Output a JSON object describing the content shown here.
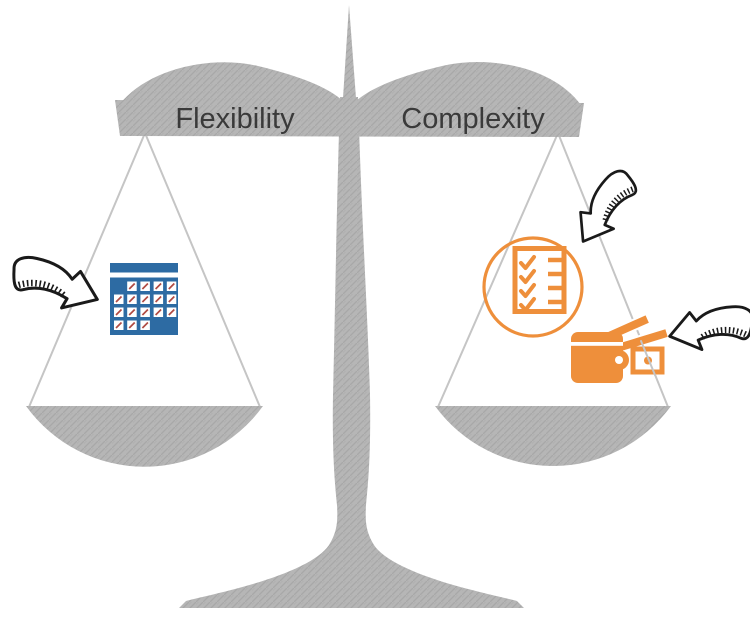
{
  "page": {
    "description": "Balance scale diagram weighing Flexibility against Complexity"
  },
  "scale": {
    "left_label": "Flexibility",
    "right_label": "Complexity"
  },
  "icons": {
    "left_pan": "calendar-schedule-icon",
    "right_pan_top": "checklist-document-in-circle-icon",
    "right_pan_bottom": "wallet-with-cash-icon",
    "annotations": [
      "hand-drawn-arrow-to-calendar",
      "hand-drawn-arrow-to-checklist",
      "hand-drawn-arrow-to-wallet"
    ]
  },
  "colors": {
    "scale_gray": "#b6b6b6",
    "scale_hatch": "#a8a8a8",
    "string_gray": "#c5c5c5",
    "label_text": "#3a3a3a",
    "calendar_blue": "#2d6ba3",
    "slash_red": "#b04a42",
    "accent_orange": "#ee8f3b",
    "arrow_ink": "#1a1a1a"
  }
}
